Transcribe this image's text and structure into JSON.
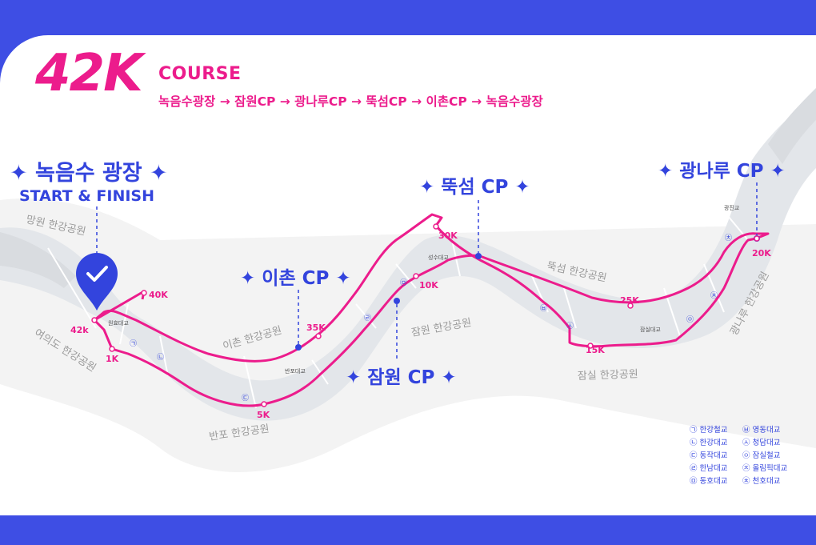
{
  "header": {
    "distance": "42K",
    "course_label": "COURSE",
    "route": "녹음수광장 → 잠원CP → 광나루CP → 뚝섬CP → 이촌CP → 녹음수광장"
  },
  "start": {
    "name": "녹음수 광장",
    "subtitle": "START & FINISH"
  },
  "checkpoints": [
    {
      "name": "이촌 CP"
    },
    {
      "name": "뚝섬 CP"
    },
    {
      "name": "광나루 CP"
    },
    {
      "name": "잠원 CP"
    }
  ],
  "parks": [
    "망원 한강공원",
    "여의도 한강공원",
    "이촌 한강공원",
    "반포 한강공원",
    "잠원 한강공원",
    "뚝섬 한강공원",
    "잠실 한강공원",
    "광나루 한강공원"
  ],
  "bridges_on_map": [
    "원효대교",
    "반포대교",
    "성수대교",
    "잠실대교",
    "광진교"
  ],
  "km_markers": [
    "42k",
    "1K",
    "40K",
    "5K",
    "35K",
    "10K",
    "30K",
    "25K",
    "15K",
    "20K"
  ],
  "legend": [
    {
      "sym": "㉠",
      "name": "한강철교"
    },
    {
      "sym": "㉡",
      "name": "한강대교"
    },
    {
      "sym": "㉢",
      "name": "동작대교"
    },
    {
      "sym": "㉣",
      "name": "한남대교"
    },
    {
      "sym": "㉤",
      "name": "동호대교"
    },
    {
      "sym": "㉥",
      "name": "영동대교"
    },
    {
      "sym": "㉦",
      "name": "청담대교"
    },
    {
      "sym": "㉧",
      "name": "잠실철교"
    },
    {
      "sym": "㉨",
      "name": "올림픽대교"
    },
    {
      "sym": "㉩",
      "name": "천호대교"
    }
  ],
  "colors": {
    "accent_pink": "#ec1c8c",
    "accent_blue": "#3344dd",
    "river": "#e3e6ea",
    "land": "#f2f2f2"
  },
  "icons": {
    "start_pin": "location-pin-check-icon",
    "sparkle": "four-point-star-icon"
  }
}
